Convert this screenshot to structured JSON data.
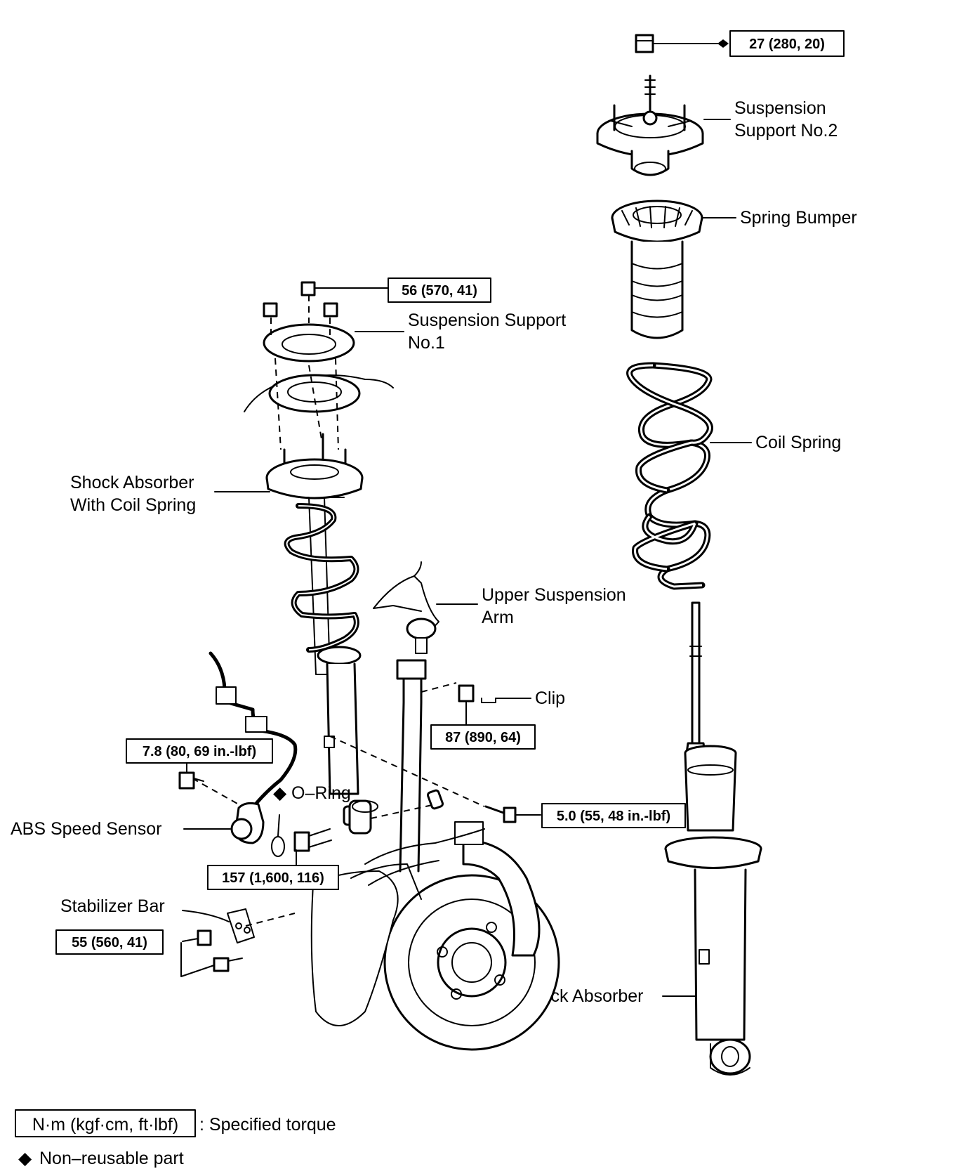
{
  "labels": {
    "suspension_support_no2": [
      "Suspension",
      "Support No.2"
    ],
    "spring_bumper": "Spring Bumper",
    "suspension_support_no1": [
      "Suspension  Support",
      "No.1"
    ],
    "coil_spring": "Coil Spring",
    "shock_absorber_with_coil_spring": [
      "Shock  Absorber",
      "With Coil Spring"
    ],
    "upper_suspension_arm": [
      "Upper Suspension",
      "Arm"
    ],
    "clip": "Clip",
    "o_ring": "O–Ring",
    "abs_speed_sensor": "ABS Speed Sensor",
    "stabilizer_bar": "Stabilizer Bar",
    "shock_absorber": "Shock Absorber"
  },
  "torques": {
    "support2_nut": "27 (280, 20)",
    "support1_nuts": "56 (570, 41)",
    "clip_nut": "87 (890, 64)",
    "abs_bolt": "7.8 (80, 69 in.-lbf)",
    "brake_bolt": "5.0 (55, 48 in.-lbf)",
    "lower_bolt": "157 (1,600, 116)",
    "stabilizer": "55 (560, 41)"
  },
  "legend": {
    "unit": "N·m (kgf·cm, ft·lbf)",
    "torque_desc": ": Specified torque",
    "diamond": "◆",
    "nonreusable": "Non–reusable part"
  },
  "non_reusable_marker": "◆"
}
